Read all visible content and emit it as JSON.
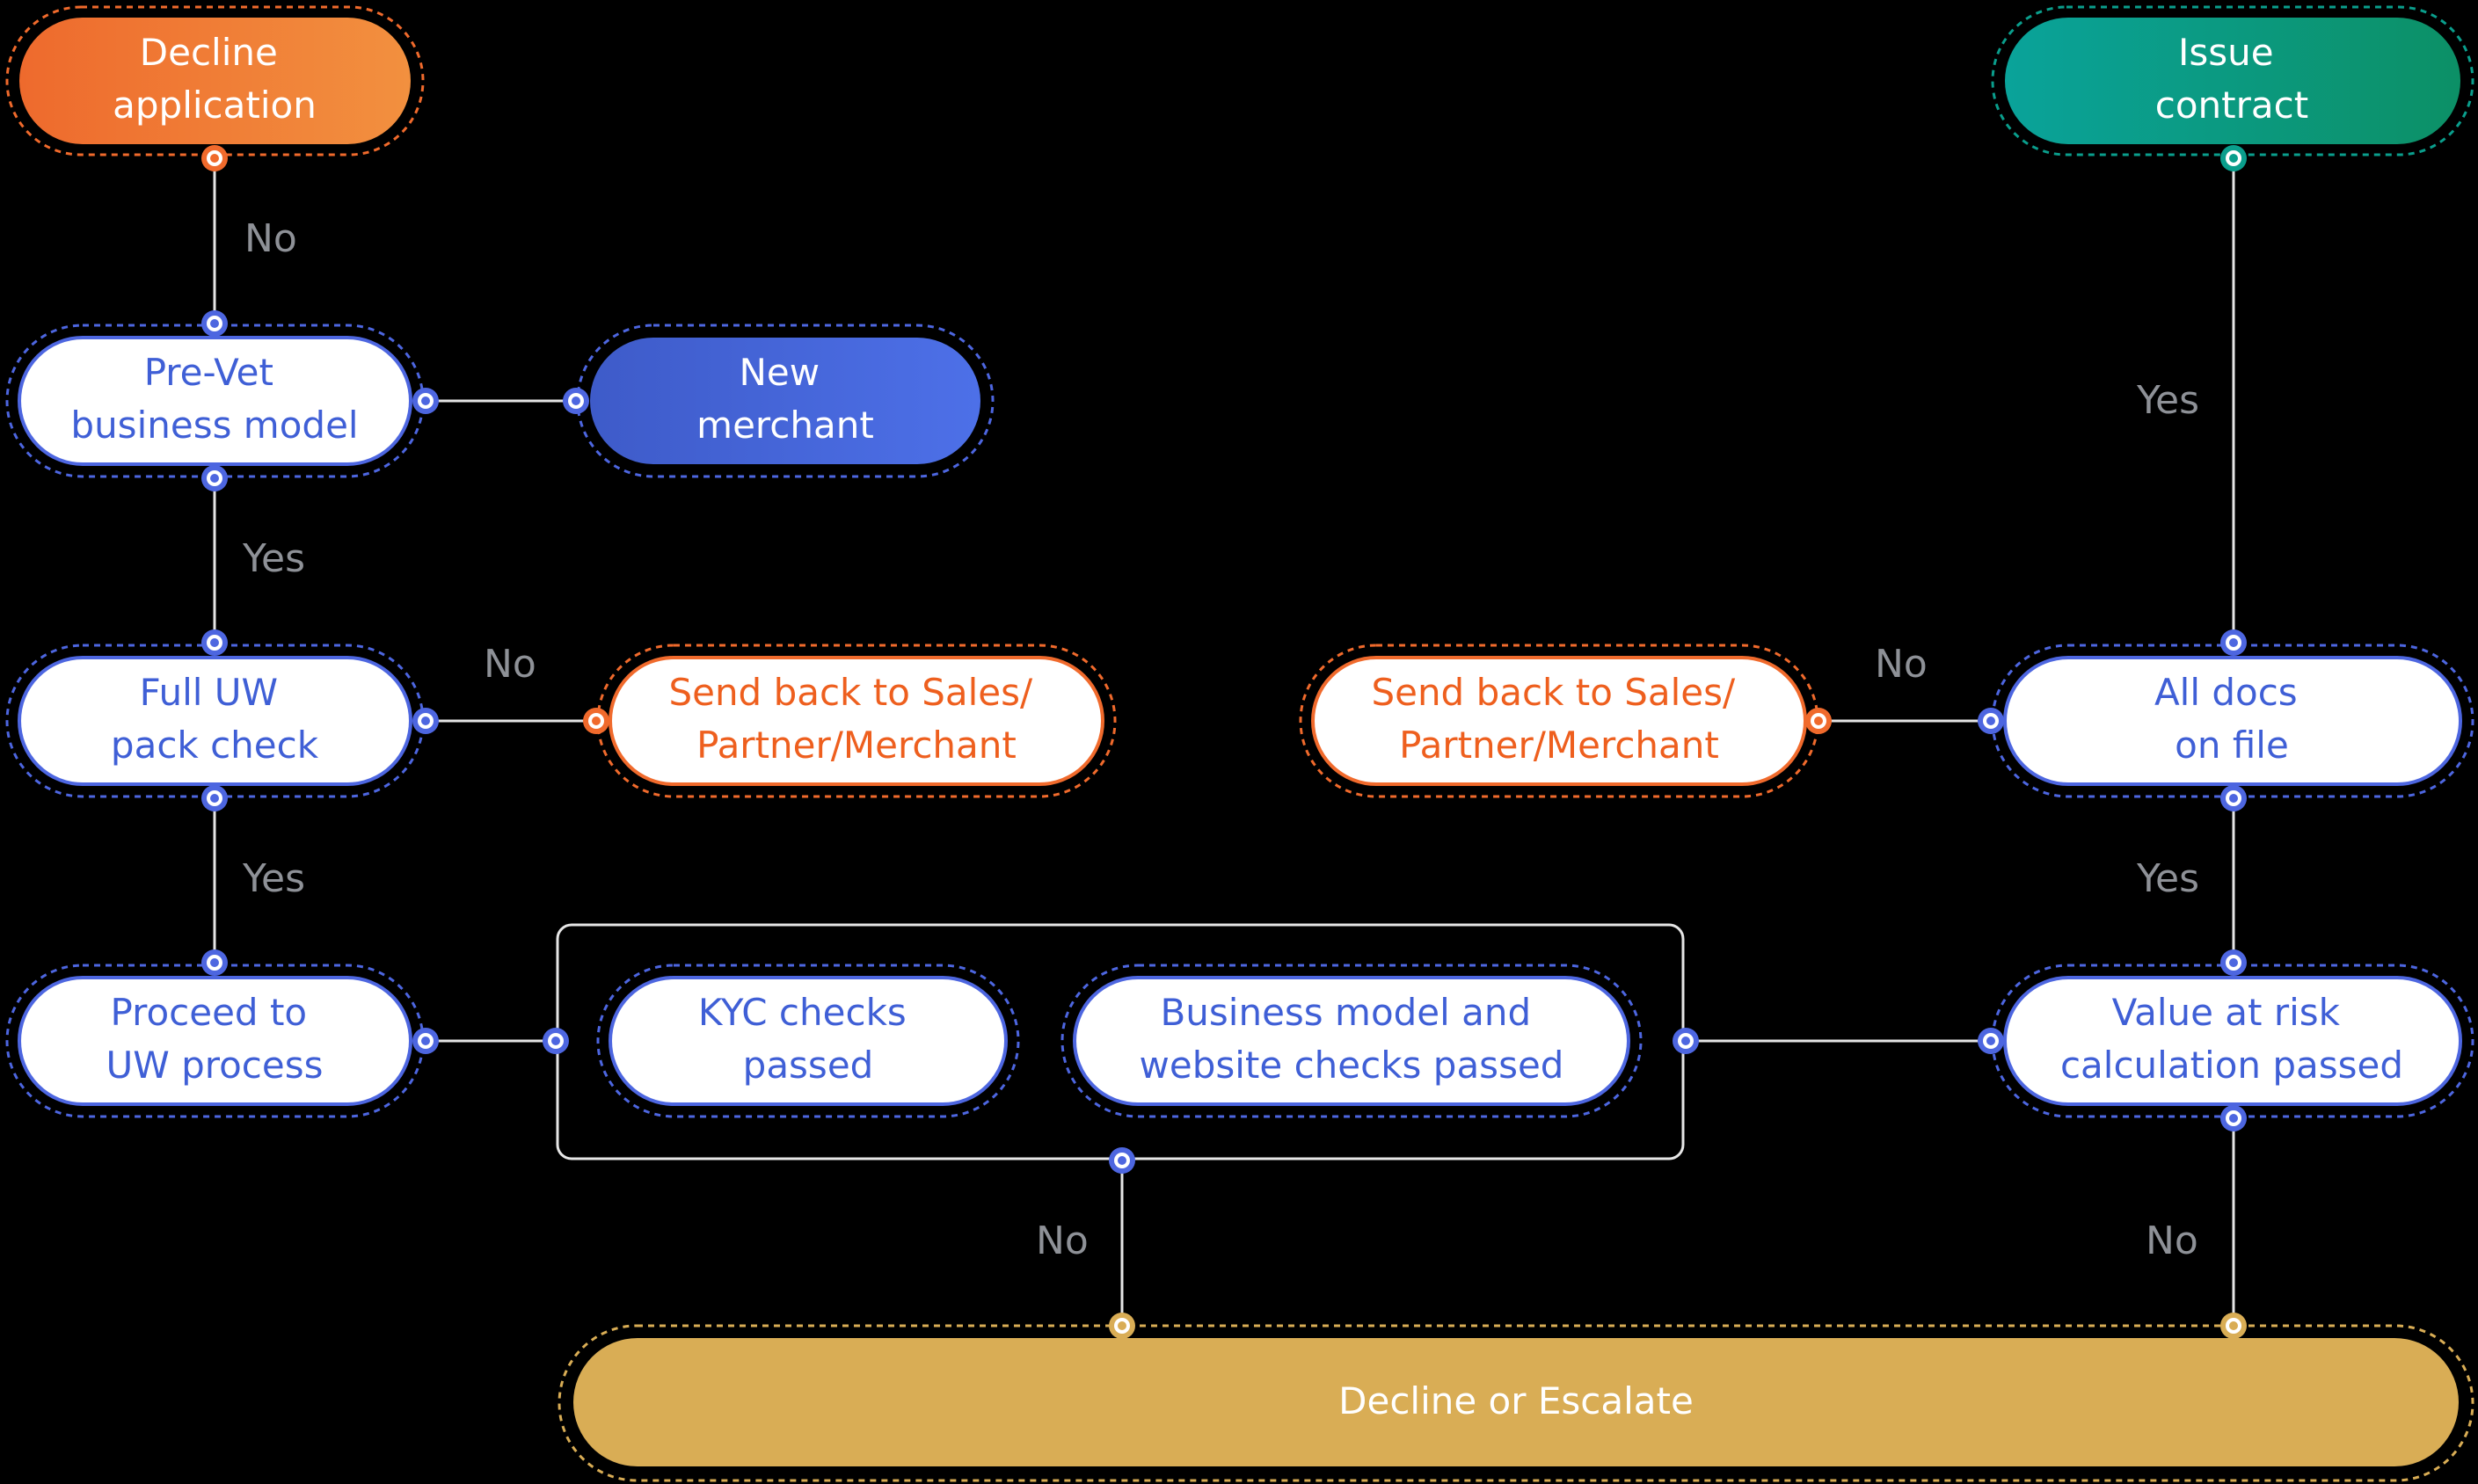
{
  "colors": {
    "background": "#000000",
    "blue": "#4d66e0",
    "orange": "#f06a2c",
    "green": "#0a9e8c",
    "gold": "#d9ad55",
    "line": "#e6e6e6",
    "edge_label": "#8e9197"
  },
  "nodes": {
    "decline_application": {
      "lines": [
        "Decline",
        "application"
      ]
    },
    "issue_contract": {
      "lines": [
        "Issue",
        "contract"
      ]
    },
    "prevet": {
      "lines": [
        "Pre-Vet",
        "business model"
      ]
    },
    "new_merchant": {
      "lines": [
        "New",
        "merchant"
      ]
    },
    "full_uw": {
      "lines": [
        "Full UW",
        "pack check"
      ]
    },
    "send_back_left": {
      "lines": [
        "Send back to Sales/",
        "Partner/Merchant"
      ]
    },
    "send_back_right": {
      "lines": [
        "Send back to Sales/",
        "Partner/Merchant"
      ]
    },
    "all_docs": {
      "lines": [
        "All docs",
        "on file"
      ]
    },
    "proceed_uw": {
      "lines": [
        "Proceed to",
        "UW process"
      ]
    },
    "kyc": {
      "lines": [
        "KYC checks",
        "passed"
      ]
    },
    "bm_website": {
      "lines": [
        "Business model and",
        "website checks passed"
      ]
    },
    "var": {
      "lines": [
        "Value at risk",
        "calculation passed"
      ]
    },
    "decline_escalate": {
      "lines": [
        "Decline or Escalate"
      ]
    }
  },
  "edge_labels": {
    "prevet_no": "No",
    "prevet_yes": "Yes",
    "fulluw_no": "No",
    "fulluw_yes": "Yes",
    "alldocs_no": "No",
    "alldocs_yes": "Yes",
    "var_yes_to_docs": "Yes",
    "checks_no": "No",
    "var_no": "No"
  }
}
